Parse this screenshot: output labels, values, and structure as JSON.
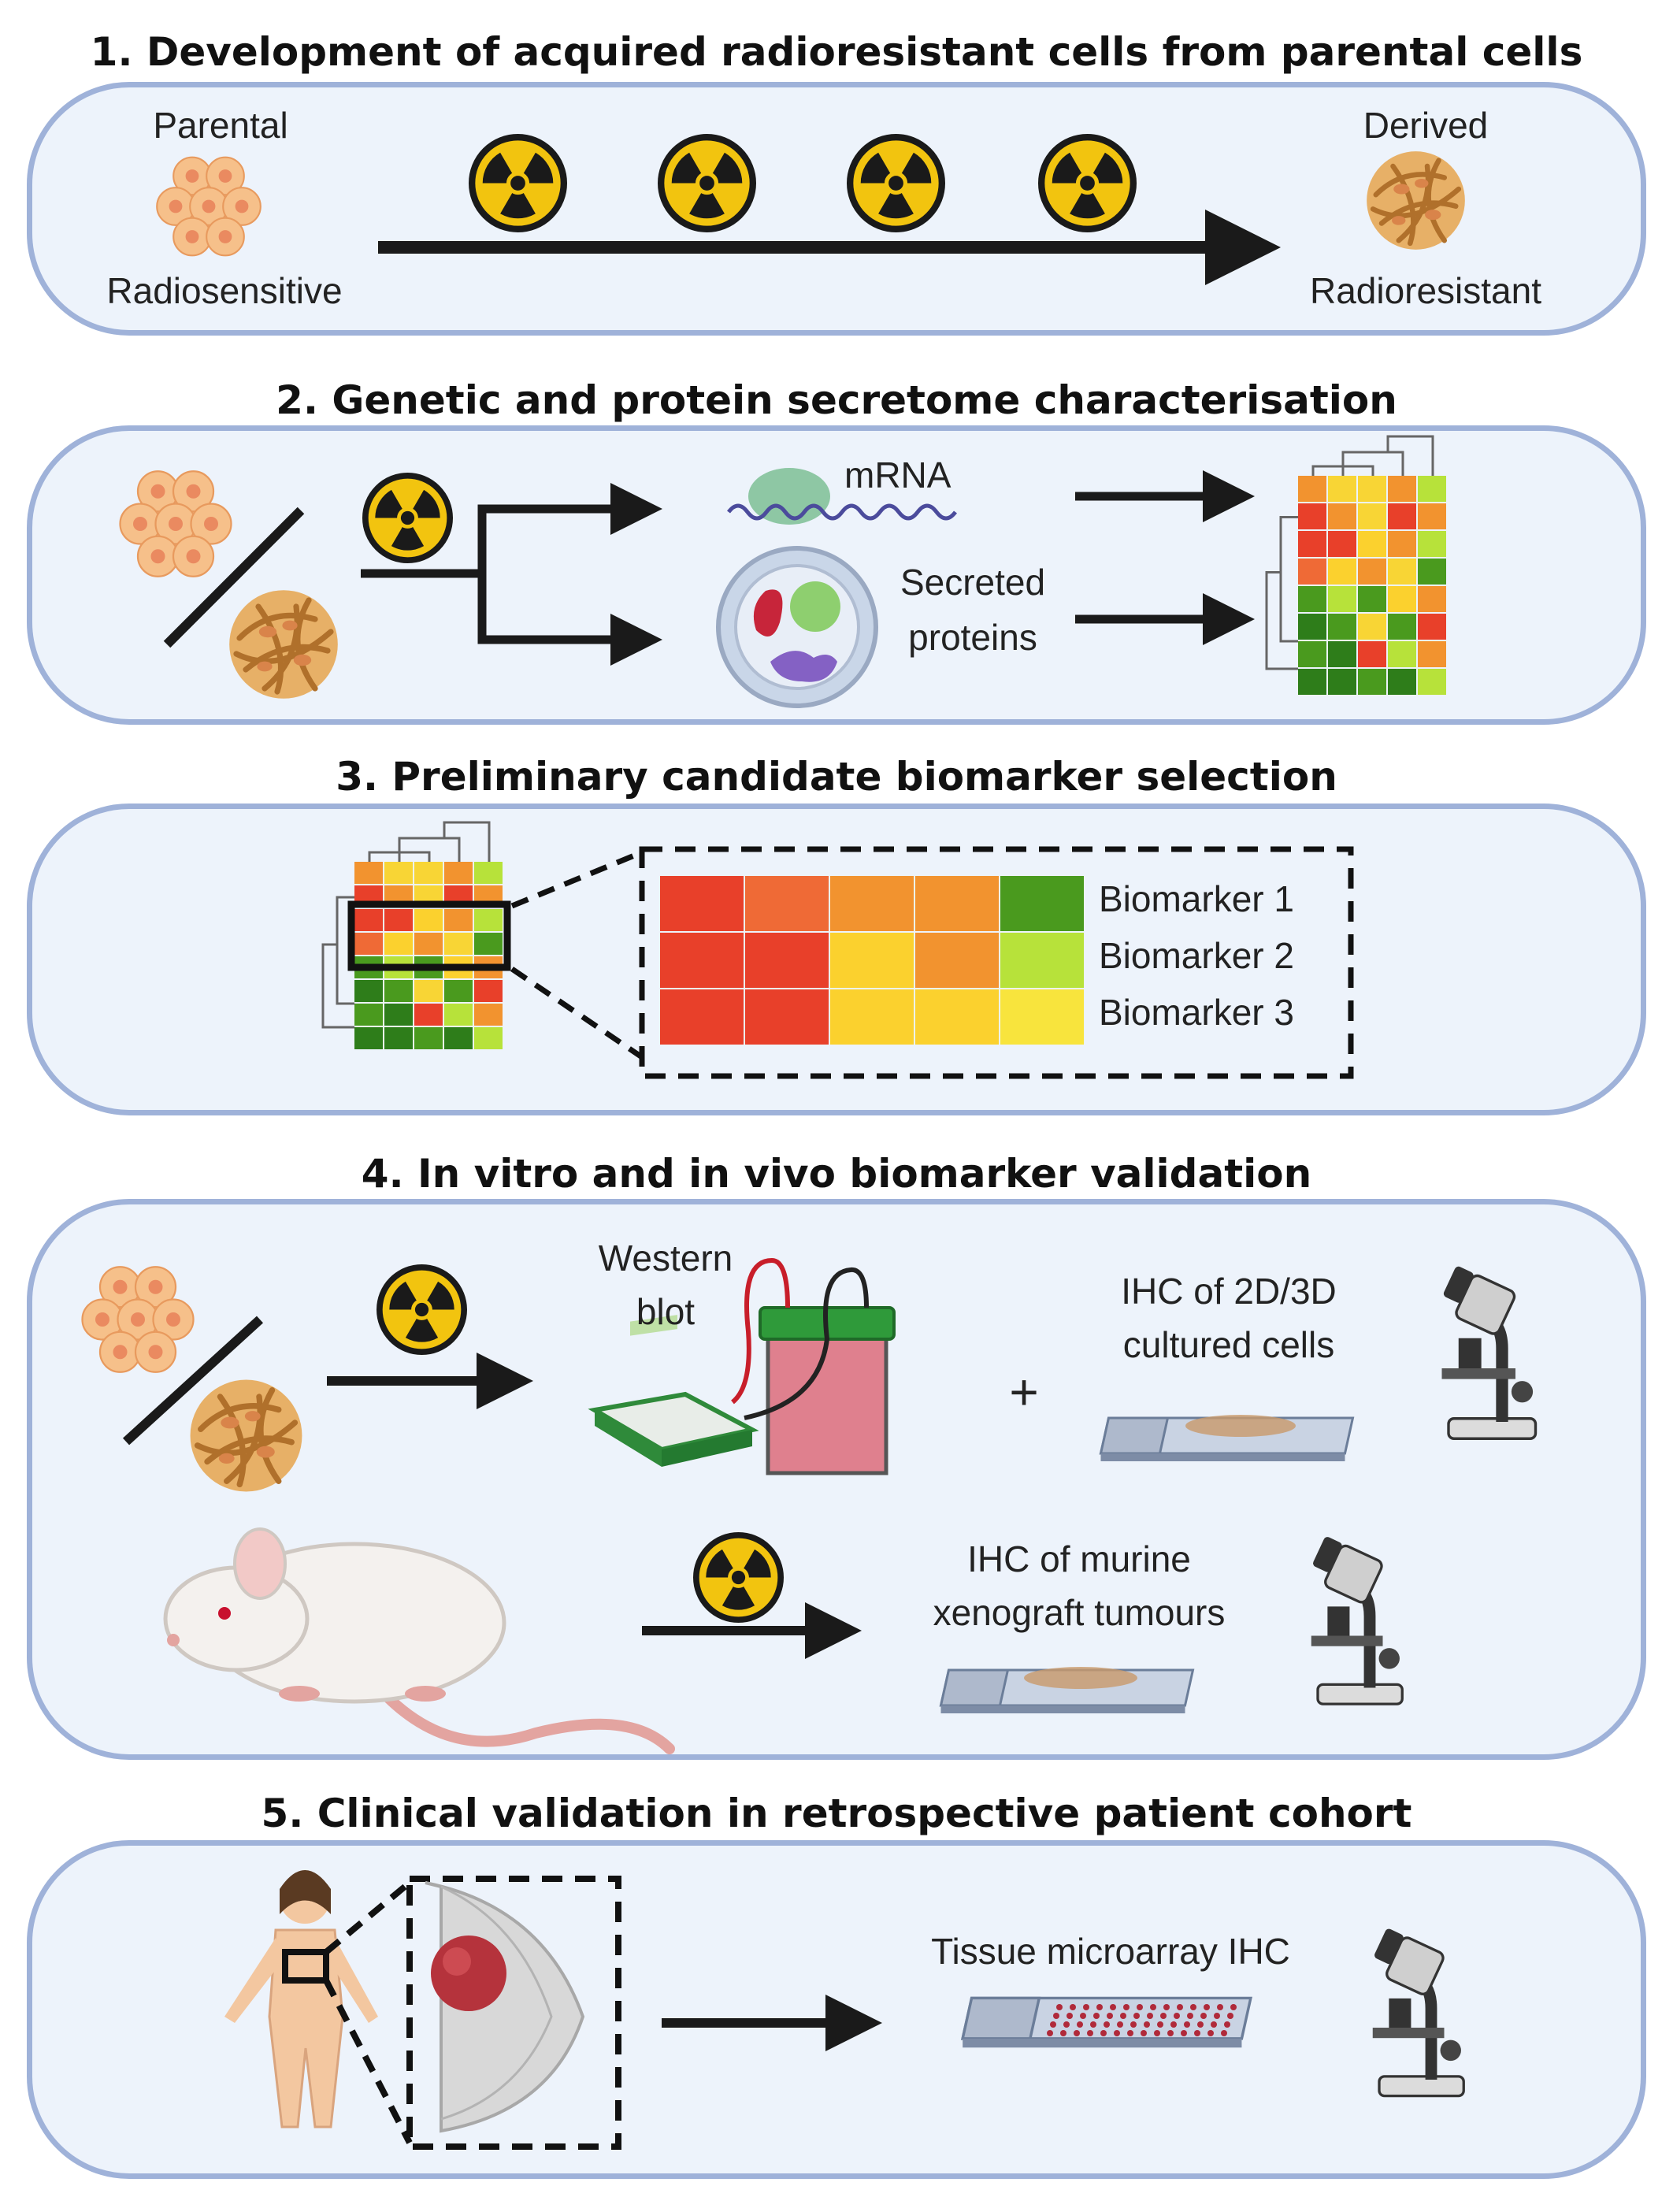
{
  "steps": [
    {
      "title": "1. Development of acquired radioresistant cells from parental cells",
      "labels": {
        "parental": "Parental",
        "radiosensitive": "Radiosensitive",
        "derived": "Derived",
        "radioresistant": "Radioresistant"
      }
    },
    {
      "title": "2. Genetic and protein secretome characterisation",
      "labels": {
        "mrna": "mRNA",
        "secreted_1": "Secreted",
        "secreted_2": "proteins"
      }
    },
    {
      "title": "3. Preliminary candidate biomarker selection",
      "labels": {
        "biomarker_1": "Biomarker 1",
        "biomarker_2": "Biomarker 2",
        "biomarker_3": "Biomarker 3"
      }
    },
    {
      "title": "4. In vitro and in vivo biomarker validation",
      "labels": {
        "western_1": "Western",
        "western_2": "blot",
        "ihc_cells_1": "IHC of 2D/3D",
        "ihc_cells_2": "cultured cells",
        "plus": "+",
        "ihc_murine_1": "IHC of murine",
        "ihc_murine_2": "xenograft tumours"
      }
    },
    {
      "title": "5. Clinical validation in retrospective patient cohort",
      "labels": {
        "tma": "Tissue microarray IHC"
      }
    }
  ],
  "colors": {
    "panel_fill": "#edf3fb",
    "panel_border": "#9fb2d9",
    "hazard_yellow": "#f2c40f",
    "hazard_black": "#1a1a1a",
    "cell_fill": "#f6c08a",
    "cell_nucleus": "#ea8a60",
    "resistant_cell": "#c98a3c",
    "arrow": "#1a1a1a",
    "heat_red": "#e8402a",
    "heat_orange": "#f2932f",
    "heat_yellow": "#fbd12e",
    "heat_lime": "#b7e23a",
    "heat_green": "#4a9a1e",
    "heat_darkgreen": "#2e7d1a"
  },
  "icons": [
    "radiation-icon",
    "parental-cells-icon",
    "radioresistant-cells-icon",
    "mrna-icon",
    "secreted-proteins-icon",
    "heatmap-icon",
    "western-blot-icon",
    "microscope-icon",
    "slide-icon",
    "mouse-icon",
    "patient-icon",
    "breast-tissue-icon",
    "tissue-microarray-icon"
  ],
  "biomarker_heatmap": {
    "rows": [
      [
        "heat_red",
        "heat_orange_red",
        "heat_orange",
        "heat_orange",
        "heat_green"
      ],
      [
        "heat_red",
        "heat_red",
        "heat_yellow",
        "heat_orange",
        "heat_lime"
      ],
      [
        "heat_red",
        "heat_red",
        "heat_yellow",
        "heat_yellow",
        "heat_yellow_light"
      ]
    ]
  }
}
